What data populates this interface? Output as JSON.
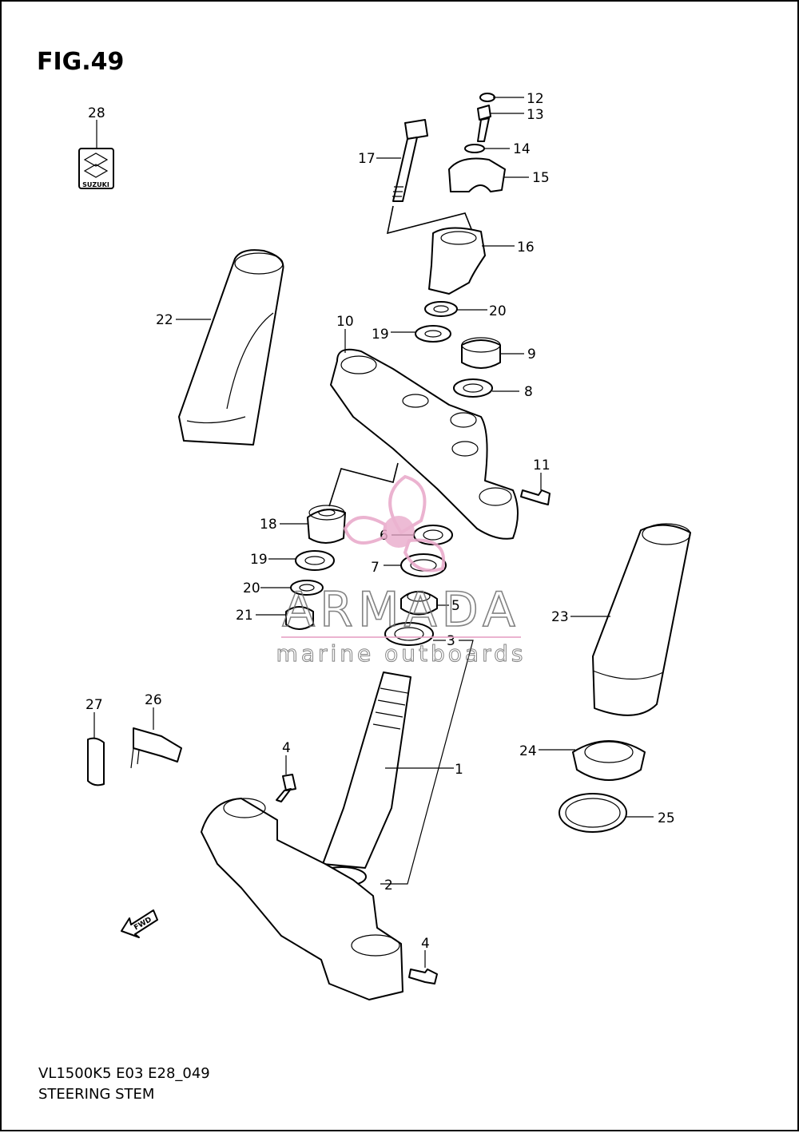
{
  "figure": {
    "title": "FIG.49",
    "model_code": "VL1500K5 E03 E28_049",
    "section_name": "STEERING STEM"
  },
  "watermark": {
    "brand": "ARMADA",
    "tagline": "marine outboards",
    "accent_color": "#e8a6c8"
  },
  "badges": {
    "emblem_text": "SUZUKI",
    "arrow_text": "FWD"
  },
  "part_labels": [
    "1",
    "2",
    "3",
    "4",
    "4",
    "5",
    "6",
    "7",
    "8",
    "9",
    "10",
    "11",
    "12",
    "13",
    "14",
    "15",
    "16",
    "17",
    "18",
    "19",
    "19",
    "20",
    "20",
    "21",
    "22",
    "23",
    "24",
    "25",
    "26",
    "27",
    "28"
  ],
  "icons": [
    "emblem-icon",
    "fwd-arrow-icon",
    "propeller-logo-icon"
  ]
}
